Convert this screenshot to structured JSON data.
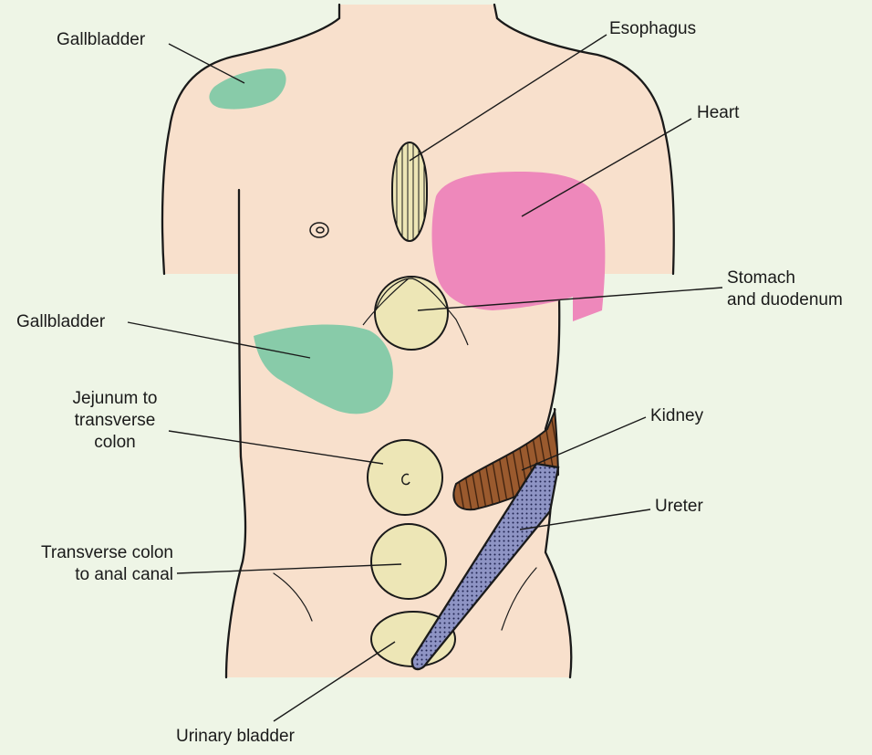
{
  "labels": {
    "gallbladder_top": "Gallbladder",
    "esophagus": "Esophagus",
    "heart": "Heart",
    "stomach_line1": "Stomach",
    "stomach_line2": "and duodenum",
    "gallbladder_mid": "Gallbladder",
    "jejunum_line1": "Jejunum to",
    "jejunum_line2": "transverse",
    "jejunum_line3": "colon",
    "kidney": "Kidney",
    "ureter": "Ureter",
    "transverse_line1": "Transverse colon",
    "transverse_line2": "to anal canal",
    "bladder": "Urinary bladder"
  },
  "colors": {
    "background": "#eef5e6",
    "skin": "#f8e0cc",
    "gallbladder": "#88cba9",
    "heart": "#ee88bb",
    "gut_circle": "#ede6b6",
    "kidney": "#9a5a2e",
    "ureter": "#8e94c4",
    "outline": "#1a1a1a"
  }
}
